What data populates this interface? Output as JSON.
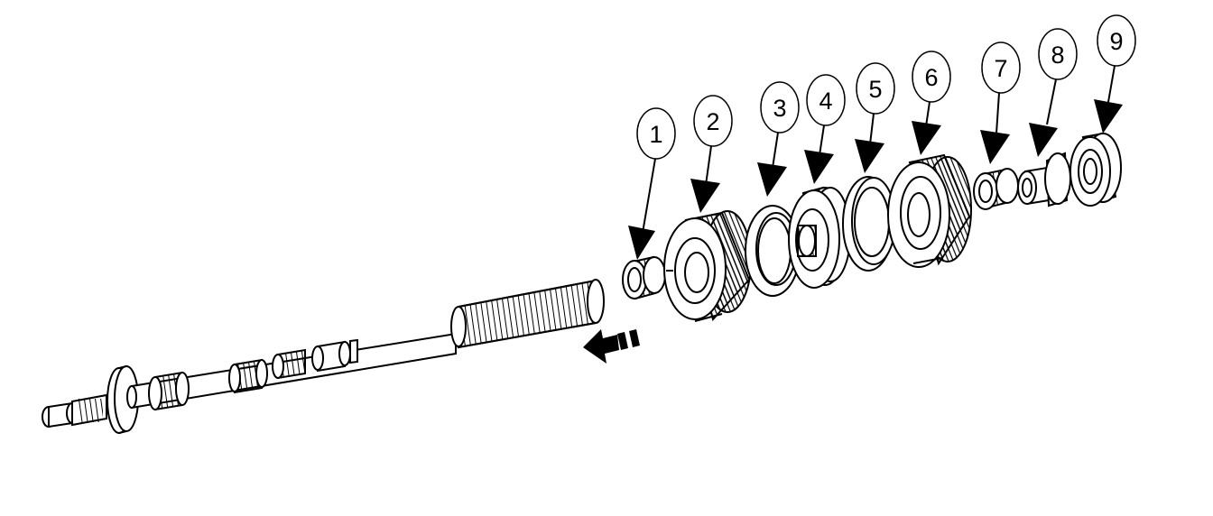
{
  "diagram": {
    "callouts": [
      {
        "number": "1"
      },
      {
        "number": "2"
      },
      {
        "number": "3"
      },
      {
        "number": "4"
      },
      {
        "number": "5"
      },
      {
        "number": "6"
      },
      {
        "number": "7"
      },
      {
        "number": "8"
      },
      {
        "number": "9"
      }
    ],
    "parts": [
      "shaft",
      "needle-bearing",
      "gear",
      "thrust-washer",
      "synchronizer-hub",
      "synchronizer-ring",
      "gear",
      "needle-bearing",
      "bushing",
      "bearing-race"
    ],
    "direction_arrow": {
      "icon": "removal-direction-arrow-icon",
      "pointing": "left"
    },
    "colors": {
      "ink": "#000000",
      "background": "#ffffff"
    }
  }
}
